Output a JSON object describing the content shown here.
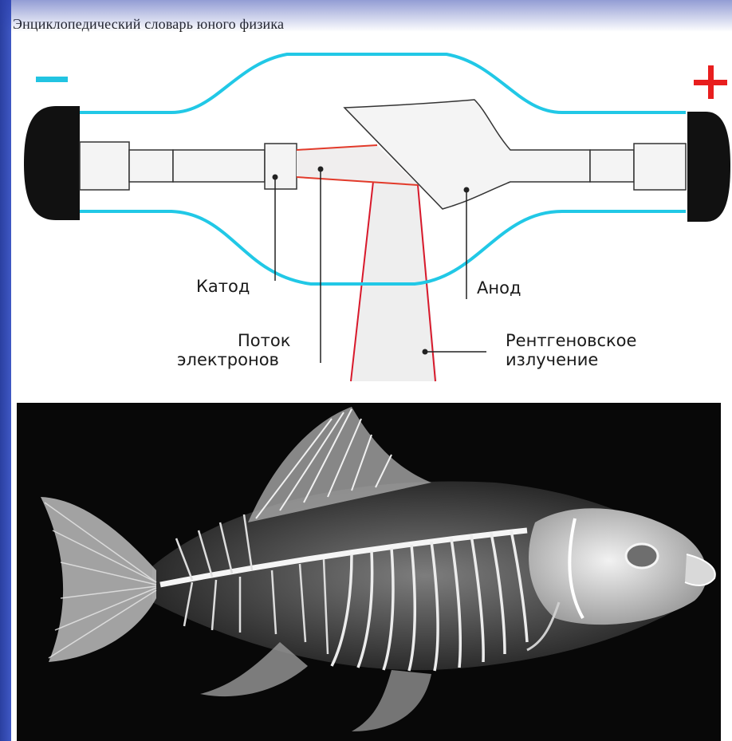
{
  "source_caption": "Энциклопедический словарь юного физика",
  "polarity": {
    "negative": "−",
    "positive": "+"
  },
  "labels": {
    "cathode": "Катод",
    "anode": "Анод",
    "electron_flow_line1": "Поток",
    "electron_flow_line2": "электронов",
    "xray_line1": "Рентгеновское",
    "xray_line2": "излучение"
  },
  "colors": {
    "tube_outline": "#21c8e6",
    "electron_beam": "#e23a2a",
    "xray_beam": "#d8192b",
    "negative_sign": "#22c4e2",
    "positive_sign": "#e81e1e",
    "electrode_caps": "#111111",
    "photo_background": "#080808"
  },
  "photo": {
    "subject": "x-ray image of a fish skeleton"
  }
}
